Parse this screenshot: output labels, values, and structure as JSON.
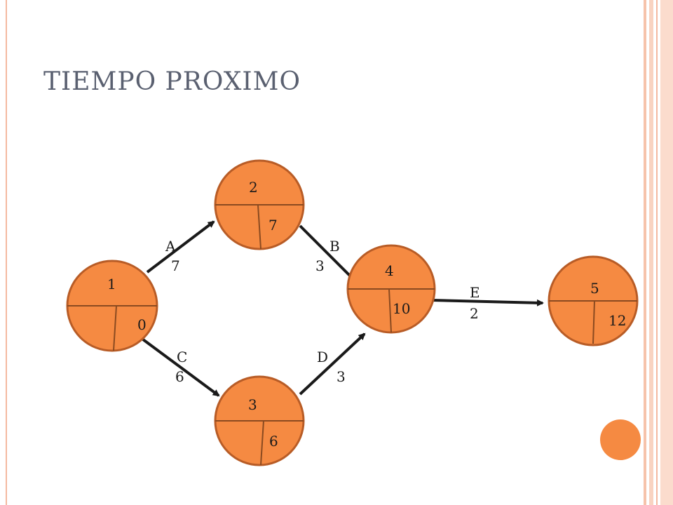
{
  "slide": {
    "title": "TIEMPO PROXIMO"
  },
  "diagram": {
    "nodes": [
      {
        "id": "1",
        "label": "1",
        "value": "0"
      },
      {
        "id": "2",
        "label": "2",
        "value": "7"
      },
      {
        "id": "3",
        "label": "3",
        "value": "6"
      },
      {
        "id": "4",
        "label": "4",
        "value": "10"
      },
      {
        "id": "5",
        "label": "5",
        "value": "12"
      }
    ],
    "edges": [
      {
        "from": "1",
        "to": "2",
        "activity": "A",
        "duration": "7"
      },
      {
        "from": "2",
        "to": "4",
        "activity": "B",
        "duration": "3"
      },
      {
        "from": "1",
        "to": "3",
        "activity": "C",
        "duration": "6"
      },
      {
        "from": "3",
        "to": "4",
        "activity": "D",
        "duration": "3"
      },
      {
        "from": "4",
        "to": "5",
        "activity": "E",
        "duration": "2"
      }
    ],
    "colors": {
      "node_fill": "#f58a42",
      "node_stroke": "#b85c26",
      "edge": "#1a1a1a",
      "accent_circle": "#f58a42",
      "frame": "#f4b9a0"
    }
  }
}
